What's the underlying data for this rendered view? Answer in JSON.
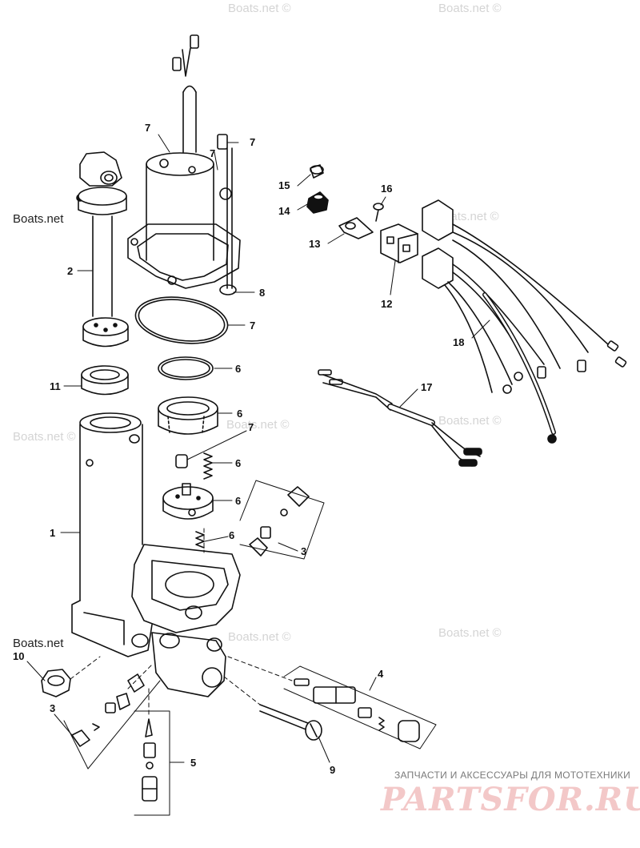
{
  "watermark": "Boats.net ©",
  "watermark_left": "Boats.net",
  "callouts": {
    "c1": "1",
    "c2": "2",
    "c3a": "3",
    "c3b": "3",
    "c4": "4",
    "c5": "5",
    "c6a": "6",
    "c6b": "6",
    "c6c": "6",
    "c6d": "6",
    "c6e": "6",
    "c7a": "7",
    "c7b": "7",
    "c7c": "7",
    "c7d": "7",
    "c7e": "7",
    "c8": "8",
    "c9": "9",
    "c10": "10",
    "c11": "11",
    "c12": "12",
    "c13": "13",
    "c14": "14",
    "c15": "15",
    "c16": "16",
    "c17": "17",
    "c18": "18"
  },
  "brand": {
    "tagline": "ЗАПЧАСТИ И АКСЕССУАРЫ ДЛЯ МОТОТЕХНИКИ",
    "logo": "PARTSFOR.RU"
  }
}
